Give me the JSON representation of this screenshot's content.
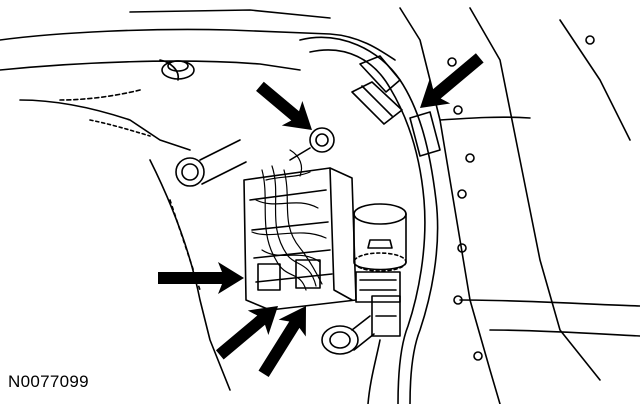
{
  "figure": {
    "id_label": "N0077099",
    "line_color": "#000000",
    "background": "#ffffff",
    "callout_arrows": [
      {
        "name": "arrow-to-bolt",
        "points_to": "mounting-bolt"
      },
      {
        "name": "arrow-to-harness-connector",
        "points_to": "harness-connector-upper"
      },
      {
        "name": "arrow-to-module-side-connector",
        "points_to": "module-side-connector"
      },
      {
        "name": "arrow-to-module-lower-connector-left",
        "points_to": "module-lower-connector"
      },
      {
        "name": "arrow-to-module-lower-connector-right",
        "points_to": "module-lower-connector"
      }
    ]
  }
}
